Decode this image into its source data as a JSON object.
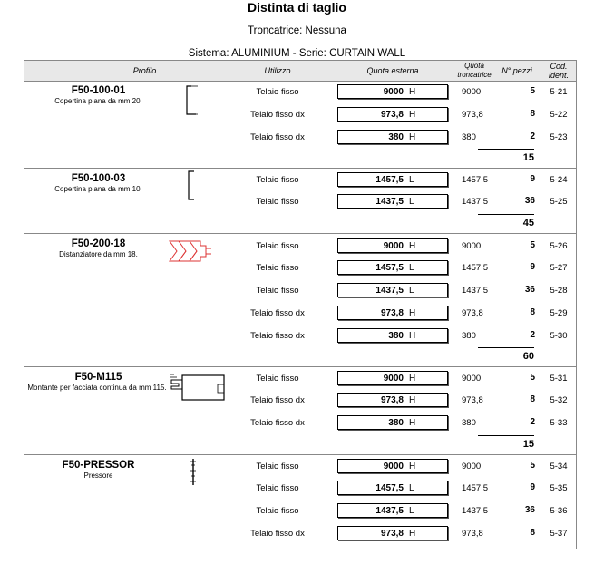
{
  "header": {
    "title": "Distinta di taglio",
    "troncatrice": "Troncatrice: Nessuna",
    "sistema": "Sistema: ALUMINIUM - Serie: CURTAIN WALL"
  },
  "columns": {
    "profilo": "Profilo",
    "utilizzo": "Utilizzo",
    "quota_esterna": "Quota esterna",
    "quota_troncatrice_1": "Quota",
    "quota_troncatrice_2": "troncatrice",
    "n_pezzi": "N° pezzi",
    "cod_1": "Cod.",
    "cod_2": "ident."
  },
  "groups": [
    {
      "code": "F50-100-01",
      "desc": "Copertina piana da mm 20.",
      "total": "15",
      "rows": [
        {
          "use": "Telaio fisso",
          "quota": "9000",
          "unit": "H",
          "tronc": "9000",
          "pezzi": "5",
          "cod": "5-21"
        },
        {
          "use": "Telaio fisso dx",
          "quota": "973,8",
          "unit": "H",
          "tronc": "973,8",
          "pezzi": "8",
          "cod": "5-22"
        },
        {
          "use": "Telaio fisso dx",
          "quota": "380",
          "unit": "H",
          "tronc": "380",
          "pezzi": "2",
          "cod": "5-23"
        }
      ]
    },
    {
      "code": "F50-100-03",
      "desc": "Copertina piana da mm 10.",
      "total": "45",
      "rows": [
        {
          "use": "Telaio fisso",
          "quota": "1457,5",
          "unit": "L",
          "tronc": "1457,5",
          "pezzi": "9",
          "cod": "5-24"
        },
        {
          "use": "Telaio fisso",
          "quota": "1437,5",
          "unit": "L",
          "tronc": "1437,5",
          "pezzi": "36",
          "cod": "5-25"
        }
      ]
    },
    {
      "code": "F50-200-18",
      "desc": "Distanziatore da mm 18.",
      "total": "60",
      "rows": [
        {
          "use": "Telaio fisso",
          "quota": "9000",
          "unit": "H",
          "tronc": "9000",
          "pezzi": "5",
          "cod": "5-26"
        },
        {
          "use": "Telaio fisso",
          "quota": "1457,5",
          "unit": "L",
          "tronc": "1457,5",
          "pezzi": "9",
          "cod": "5-27"
        },
        {
          "use": "Telaio fisso",
          "quota": "1437,5",
          "unit": "L",
          "tronc": "1437,5",
          "pezzi": "36",
          "cod": "5-28"
        },
        {
          "use": "Telaio fisso dx",
          "quota": "973,8",
          "unit": "H",
          "tronc": "973,8",
          "pezzi": "8",
          "cod": "5-29"
        },
        {
          "use": "Telaio fisso dx",
          "quota": "380",
          "unit": "H",
          "tronc": "380",
          "pezzi": "2",
          "cod": "5-30"
        }
      ]
    },
    {
      "code": "F50-M115",
      "desc": "Montante per facciata continua da mm 115.",
      "total": "15",
      "rows": [
        {
          "use": "Telaio fisso",
          "quota": "9000",
          "unit": "H",
          "tronc": "9000",
          "pezzi": "5",
          "cod": "5-31"
        },
        {
          "use": "Telaio fisso dx",
          "quota": "973,8",
          "unit": "H",
          "tronc": "973,8",
          "pezzi": "8",
          "cod": "5-32"
        },
        {
          "use": "Telaio fisso dx",
          "quota": "380",
          "unit": "H",
          "tronc": "380",
          "pezzi": "2",
          "cod": "5-33"
        }
      ]
    },
    {
      "code": "F50-PRESSOR",
      "desc": "Pressore",
      "total": "",
      "rows": [
        {
          "use": "Telaio fisso",
          "quota": "9000",
          "unit": "H",
          "tronc": "9000",
          "pezzi": "5",
          "cod": "5-34"
        },
        {
          "use": "Telaio fisso",
          "quota": "1457,5",
          "unit": "L",
          "tronc": "1457,5",
          "pezzi": "9",
          "cod": "5-35"
        },
        {
          "use": "Telaio fisso",
          "quota": "1437,5",
          "unit": "L",
          "tronc": "1437,5",
          "pezzi": "36",
          "cod": "5-36"
        },
        {
          "use": "Telaio fisso dx",
          "quota": "973,8",
          "unit": "H",
          "tronc": "973,8",
          "pezzi": "8",
          "cod": "5-37"
        }
      ]
    }
  ]
}
